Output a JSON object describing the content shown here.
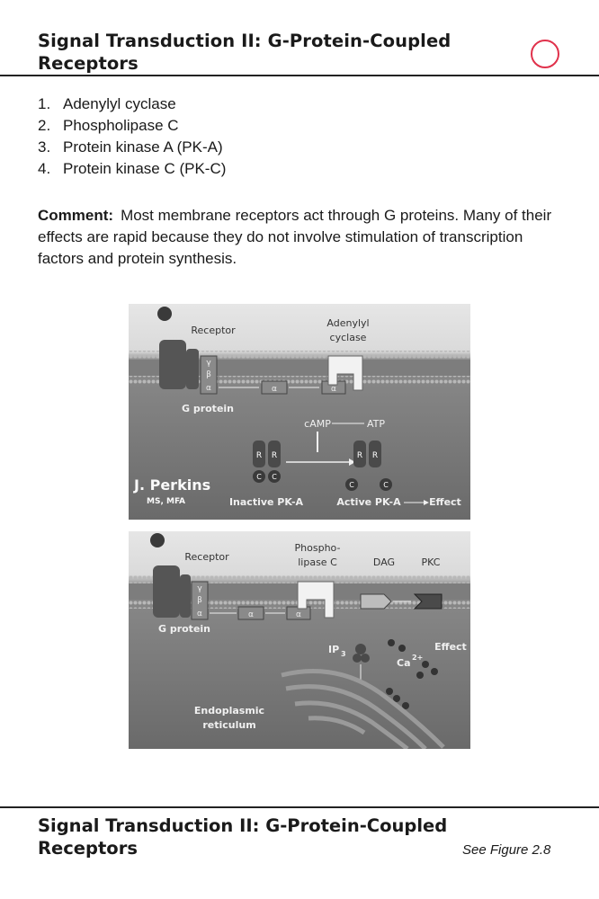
{
  "header": {
    "title": "Signal Transduction II: G-Protein-Coupled Receptors"
  },
  "answers": [
    {
      "num": "1.",
      "text": "Adenylyl cyclase"
    },
    {
      "num": "2.",
      "text": "Phospholipase C"
    },
    {
      "num": "3.",
      "text": "Protein kinase A (PK-A)"
    },
    {
      "num": "4.",
      "text": "Protein kinase C (PK-C)"
    }
  ],
  "comment": {
    "label": "Comment:",
    "text": "Most membrane receptors act through G proteins. Many of their effects are rapid because they do not involve stimulation of transcription factors and protein synthesis."
  },
  "figure_top": {
    "receptor": "Receptor",
    "adenylyl_line1": "Adenylyl",
    "adenylyl_line2": "cyclase",
    "gamma": "γ",
    "beta": "β",
    "alpha": "α",
    "g_protein": "G protein",
    "camp": "cAMP",
    "atp": "ATP",
    "r": "R",
    "c": "C",
    "signature_name": "J. Perkins",
    "signature_cred": "MS, MFA",
    "inactive": "Inactive PK-A",
    "active": "Active PK-A",
    "effect": "Effect"
  },
  "figure_bottom": {
    "receptor": "Receptor",
    "phospho_line1": "Phospho-",
    "phospho_line2": "lipase C",
    "dag": "DAG",
    "pkc": "PKC",
    "gamma": "γ",
    "beta": "β",
    "alpha": "α",
    "g_protein": "G protein",
    "ip": "IP",
    "ip_sub": "3",
    "effect": "Effect",
    "ca": "Ca",
    "ca_sup": "2+",
    "er_line1": "Endoplasmic",
    "er_line2": "reticulum"
  },
  "footer": {
    "title": "Signal Transduction II: G-Protein-Coupled Receptors",
    "see_figure": "See Figure 2.8"
  },
  "colors": {
    "accent_circle": "#e0314b",
    "figure_bg": "#6e6e6e",
    "membrane": "#9a9a9a"
  }
}
